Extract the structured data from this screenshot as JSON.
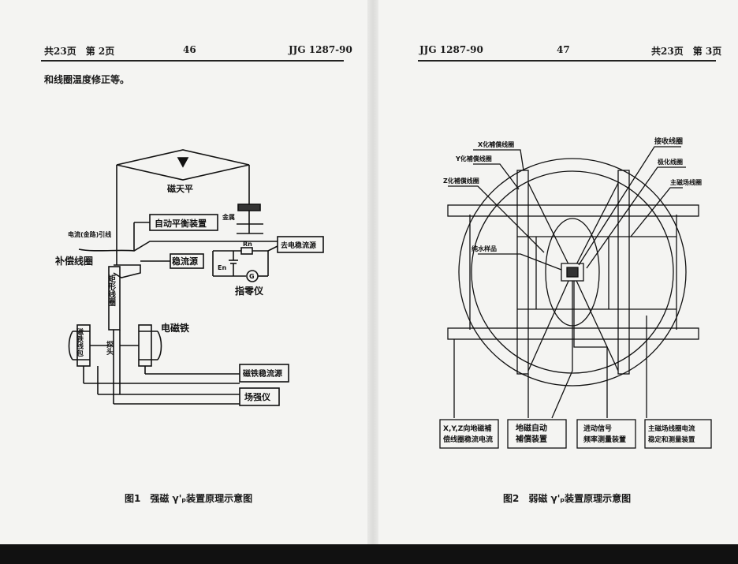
{
  "left_page": {
    "header_left": "共23页　第 2页",
    "page_number": "46",
    "header_right": "JJG 1287-90",
    "body_text": "和线圈温度修正等。",
    "caption": "图1　强磁 γ'ₚ装置原理示意图",
    "figure1": {
      "balance": "磁天平",
      "auto_balance": "自动平衡装置",
      "weight": "金属",
      "current_lead": "电流(金路)引线",
      "compensation_coil": "补偿线圈",
      "stabilized_source": "稳流源",
      "to_source": "去电稳流源",
      "r_n": "Rn",
      "e_n": "En",
      "galvanometer_symbol": "G",
      "indicator": "指零仪",
      "rect_coil": "矩形线圈",
      "electromagnet": "电磁铁",
      "magnet_coil": "磁铁线包",
      "probe": "探头",
      "magnet_source": "磁铁稳流源",
      "field_meter": "场强仪"
    }
  },
  "right_page": {
    "header_left": "JJG 1287-90",
    "page_number": "47",
    "header_right": "共23页　第 3页",
    "caption": "图2　弱磁 γ'ₚ装置原理示意图",
    "figure2": {
      "x_coil": "X化補償线圈",
      "y_coil": "Y化補償线圈",
      "z_coil": "Z化補償线圈",
      "receive_coil": "接收线圈",
      "polarize_coil": "极化线圈",
      "main_coil": "主磁场线圈",
      "pure_water": "纯水样品",
      "box1": [
        "X,Y,Z向地磁補",
        "偿线圈稳流电流"
      ],
      "box2": [
        "地磁自动",
        "補償装置"
      ],
      "box3": [
        "进动信号",
        "频率测量装置"
      ],
      "box4": [
        "主磁场线圈电流",
        "稳定和测量装置"
      ]
    }
  }
}
